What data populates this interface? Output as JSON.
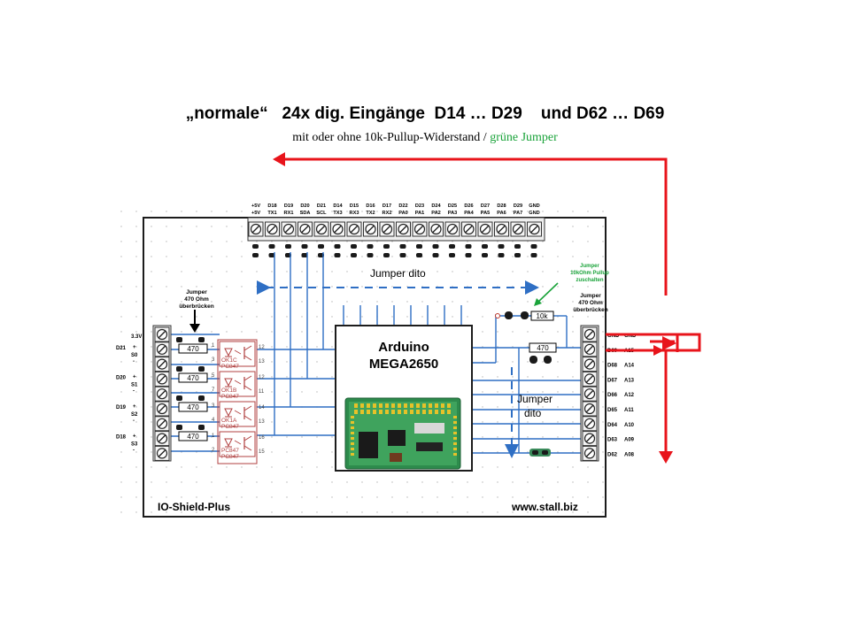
{
  "title": "„normale“   24x dig. Eingänge  D14 … D29    und D62 … D69",
  "subtitle": {
    "main": "mit oder ohne 10k-Pullup-Widerstand / ",
    "green": "grüne Jumper"
  },
  "colors": {
    "arrow_red": "#e8141b",
    "board_line": "#2f6fc4",
    "optocoupler": "#b04040",
    "jumper_note": "#1aa33a",
    "terminal_green": "#3a8a5a"
  },
  "top_header": {
    "pins": [
      {
        "top": "+5V",
        "bottom": "+5V"
      },
      {
        "top": "D18",
        "bottom": "TX1"
      },
      {
        "top": "D19",
        "bottom": "RX1"
      },
      {
        "top": "D20",
        "bottom": "SDA"
      },
      {
        "top": "D21",
        "bottom": "SCL"
      },
      {
        "top": "D14",
        "bottom": "TX3"
      },
      {
        "top": "D15",
        "bottom": "RX3"
      },
      {
        "top": "D16",
        "bottom": "TX2"
      },
      {
        "top": "D17",
        "bottom": "RX2"
      },
      {
        "top": "D22",
        "bottom": "PA0"
      },
      {
        "top": "D23",
        "bottom": "PA1"
      },
      {
        "top": "D24",
        "bottom": "PA2"
      },
      {
        "top": "D25",
        "bottom": "PA3"
      },
      {
        "top": "D26",
        "bottom": "PA4"
      },
      {
        "top": "D27",
        "bottom": "PA5"
      },
      {
        "top": "D28",
        "bottom": "PA6"
      },
      {
        "top": "D29",
        "bottom": "PA7"
      },
      {
        "top": "GND",
        "bottom": "GND"
      }
    ]
  },
  "labels": {
    "jumper_dito_top": "Jumper dito",
    "jumper_dito_right_1": "Jumper",
    "jumper_dito_right_2": "dito",
    "arduino_1": "Arduino",
    "arduino_2": "MEGA2650",
    "board_name": "IO-Shield-Plus",
    "website": "www.stall.biz",
    "jumper_left": [
      "Jumper",
      "470 Ohm",
      "überbrücken"
    ],
    "jumper_right": [
      "Jumper",
      "470 Ohm",
      "überbrücken"
    ],
    "jumper_pullup": [
      "Jumper",
      "10kOhm Pullup",
      "zuschalten"
    ],
    "resistor_470": "470",
    "resistor_10k": "10k"
  },
  "left_terminal": {
    "top_label": "3.3V",
    "groups": [
      {
        "pin": "D21",
        "plus": "+",
        "s": "S0",
        "minus": "-"
      },
      {
        "pin": "D20",
        "plus": "+",
        "s": "S1",
        "minus": "-"
      },
      {
        "pin": "D19",
        "plus": "+",
        "s": "S2",
        "minus": "-"
      },
      {
        "pin": "D18",
        "plus": "+",
        "s": "S3",
        "minus": "-"
      }
    ]
  },
  "optocouplers": [
    "PC847",
    "OK1C",
    "PC847",
    "OK1B",
    "PC847",
    "OK1A",
    "PC847",
    "PC847"
  ],
  "opto_pins_left": [
    "1",
    "3",
    "5",
    "7",
    "3",
    "4",
    "1",
    "2"
  ],
  "opto_pins_right": [
    "12",
    "13",
    "12",
    "11",
    "14",
    "13",
    "16",
    "15"
  ],
  "right_terminal": [
    {
      "d": "GND",
      "a": "GND"
    },
    {
      "d": "D69",
      "a": "A15"
    },
    {
      "d": "D68",
      "a": "A14"
    },
    {
      "d": "D67",
      "a": "A13"
    },
    {
      "d": "D66",
      "a": "A12"
    },
    {
      "d": "D65",
      "a": "A11"
    },
    {
      "d": "D64",
      "a": "A10"
    },
    {
      "d": "D63",
      "a": "A09"
    },
    {
      "d": "D62",
      "a": "A08"
    }
  ]
}
